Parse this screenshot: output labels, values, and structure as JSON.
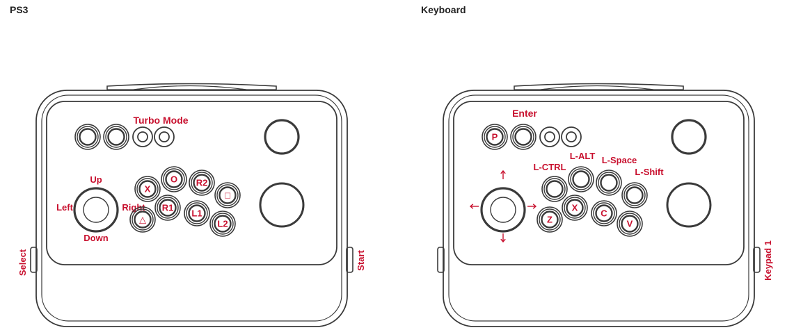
{
  "colors": {
    "outline": "#3a3a3a",
    "label": "#c8102e"
  },
  "panels": [
    {
      "title": "PS3",
      "top_labels": [
        {
          "text": "Turbo Mode"
        }
      ],
      "top_buttons": [
        {
          "label": ""
        },
        {
          "label": ""
        },
        {
          "label": "",
          "small": true
        },
        {
          "label": "",
          "small": true
        }
      ],
      "stick": {
        "labels": {
          "up": "Up",
          "down": "Down",
          "left": "Left",
          "right": "Right"
        },
        "arrows": false
      },
      "face_buttons": [
        {
          "label": "X"
        },
        {
          "label": "O"
        },
        {
          "label": "R2"
        },
        {
          "label": "□"
        },
        {
          "label": "△"
        },
        {
          "label": "R1"
        },
        {
          "label": "L1"
        },
        {
          "label": "L2"
        }
      ],
      "side_left": "Select",
      "side_right": "Start"
    },
    {
      "title": "Keyboard",
      "top_labels": [
        {
          "text": "Enter"
        }
      ],
      "top_buttons": [
        {
          "label": "P"
        },
        {
          "label": ""
        },
        {
          "label": "",
          "small": true
        },
        {
          "label": "",
          "small": true
        }
      ],
      "stick": {
        "labels": {
          "up": "",
          "down": "",
          "left": "",
          "right": ""
        },
        "arrows": true
      },
      "face_labels": [
        "L-CTRL",
        "L-ALT",
        "L-Space",
        "L-Shift"
      ],
      "face_buttons": [
        {
          "label": ""
        },
        {
          "label": ""
        },
        {
          "label": ""
        },
        {
          "label": ""
        },
        {
          "label": "Z"
        },
        {
          "label": "X"
        },
        {
          "label": "C"
        },
        {
          "label": "V"
        }
      ],
      "side_left": "",
      "side_right": "Keypad 1"
    }
  ]
}
